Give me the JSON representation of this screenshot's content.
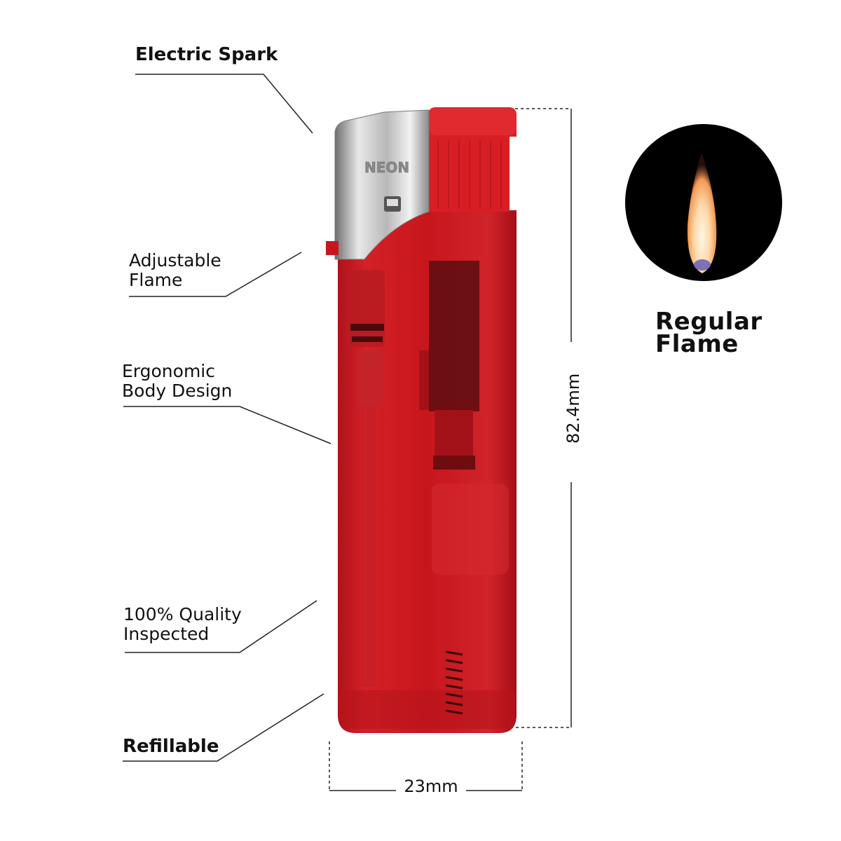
{
  "features": {
    "spark": "Electric Spark",
    "adjust": [
      "Adjustable",
      "Flame"
    ],
    "ergo": [
      "Ergonomic",
      "Body Design"
    ],
    "quality": [
      "100% Quality",
      "Inspected"
    ],
    "refill": "Refillable"
  },
  "flame_type": [
    "Regular",
    "Flame"
  ],
  "dimensions": {
    "height": "82.4mm",
    "width": "23mm"
  },
  "product": {
    "brand": "NEON",
    "body_color": "#c8161d",
    "cap_color": "#d81e25"
  }
}
